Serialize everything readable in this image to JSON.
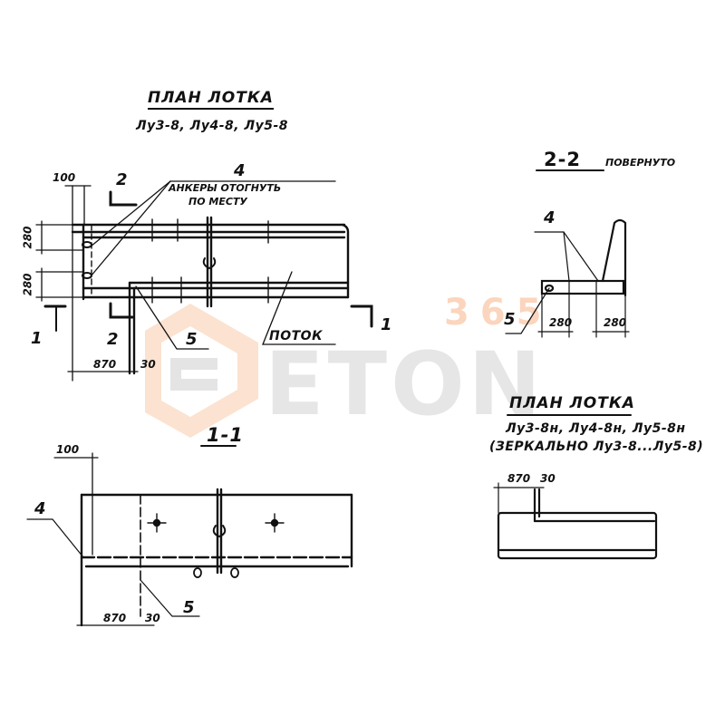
{
  "watermark": {
    "text": "ETON",
    "badge": "365",
    "gray": "#e6e6e6",
    "orange": "#fad9c3"
  },
  "plan_main": {
    "title": "ПЛАН ЛОТКА",
    "subtitle": "Лу3-8, Лу4-8, Лу5-8",
    "callout_4_number": "4",
    "callout_4_text_line1": "АНКЕРЫ ОТОГНУТЬ",
    "callout_4_text_line2": "ПО МЕСТУ",
    "callout_5": "5",
    "flow_label": "ПОТОК",
    "section_2_top": "2",
    "section_2_bottom": "2",
    "section_1_left": "1",
    "section_1_right": "1",
    "dim_100": "100",
    "dim_280_top": "280",
    "dim_280_bottom": "280",
    "dim_870": "870",
    "dim_30": "30"
  },
  "section_2_2": {
    "title": "2-2",
    "note": "ПОВЕРНУТО",
    "callout_4": "4",
    "callout_5": "5",
    "dim_280_left": "280",
    "dim_280_right": "280"
  },
  "plan_mirror": {
    "title": "ПЛАН ЛОТКА",
    "subtitle": "Лу3-8н, Лу4-8н, Лу5-8н",
    "note": "(ЗЕРКАЛЬНО Лу3-8...Лу5-8)",
    "dim_870": "870",
    "dim_30": "30"
  },
  "section_1_1": {
    "title": "1-1",
    "callout_4": "4",
    "callout_5": "5",
    "dim_100": "100",
    "dim_870": "870",
    "dim_30": "30"
  },
  "colors": {
    "ink": "#111111",
    "paper": "#ffffff"
  }
}
